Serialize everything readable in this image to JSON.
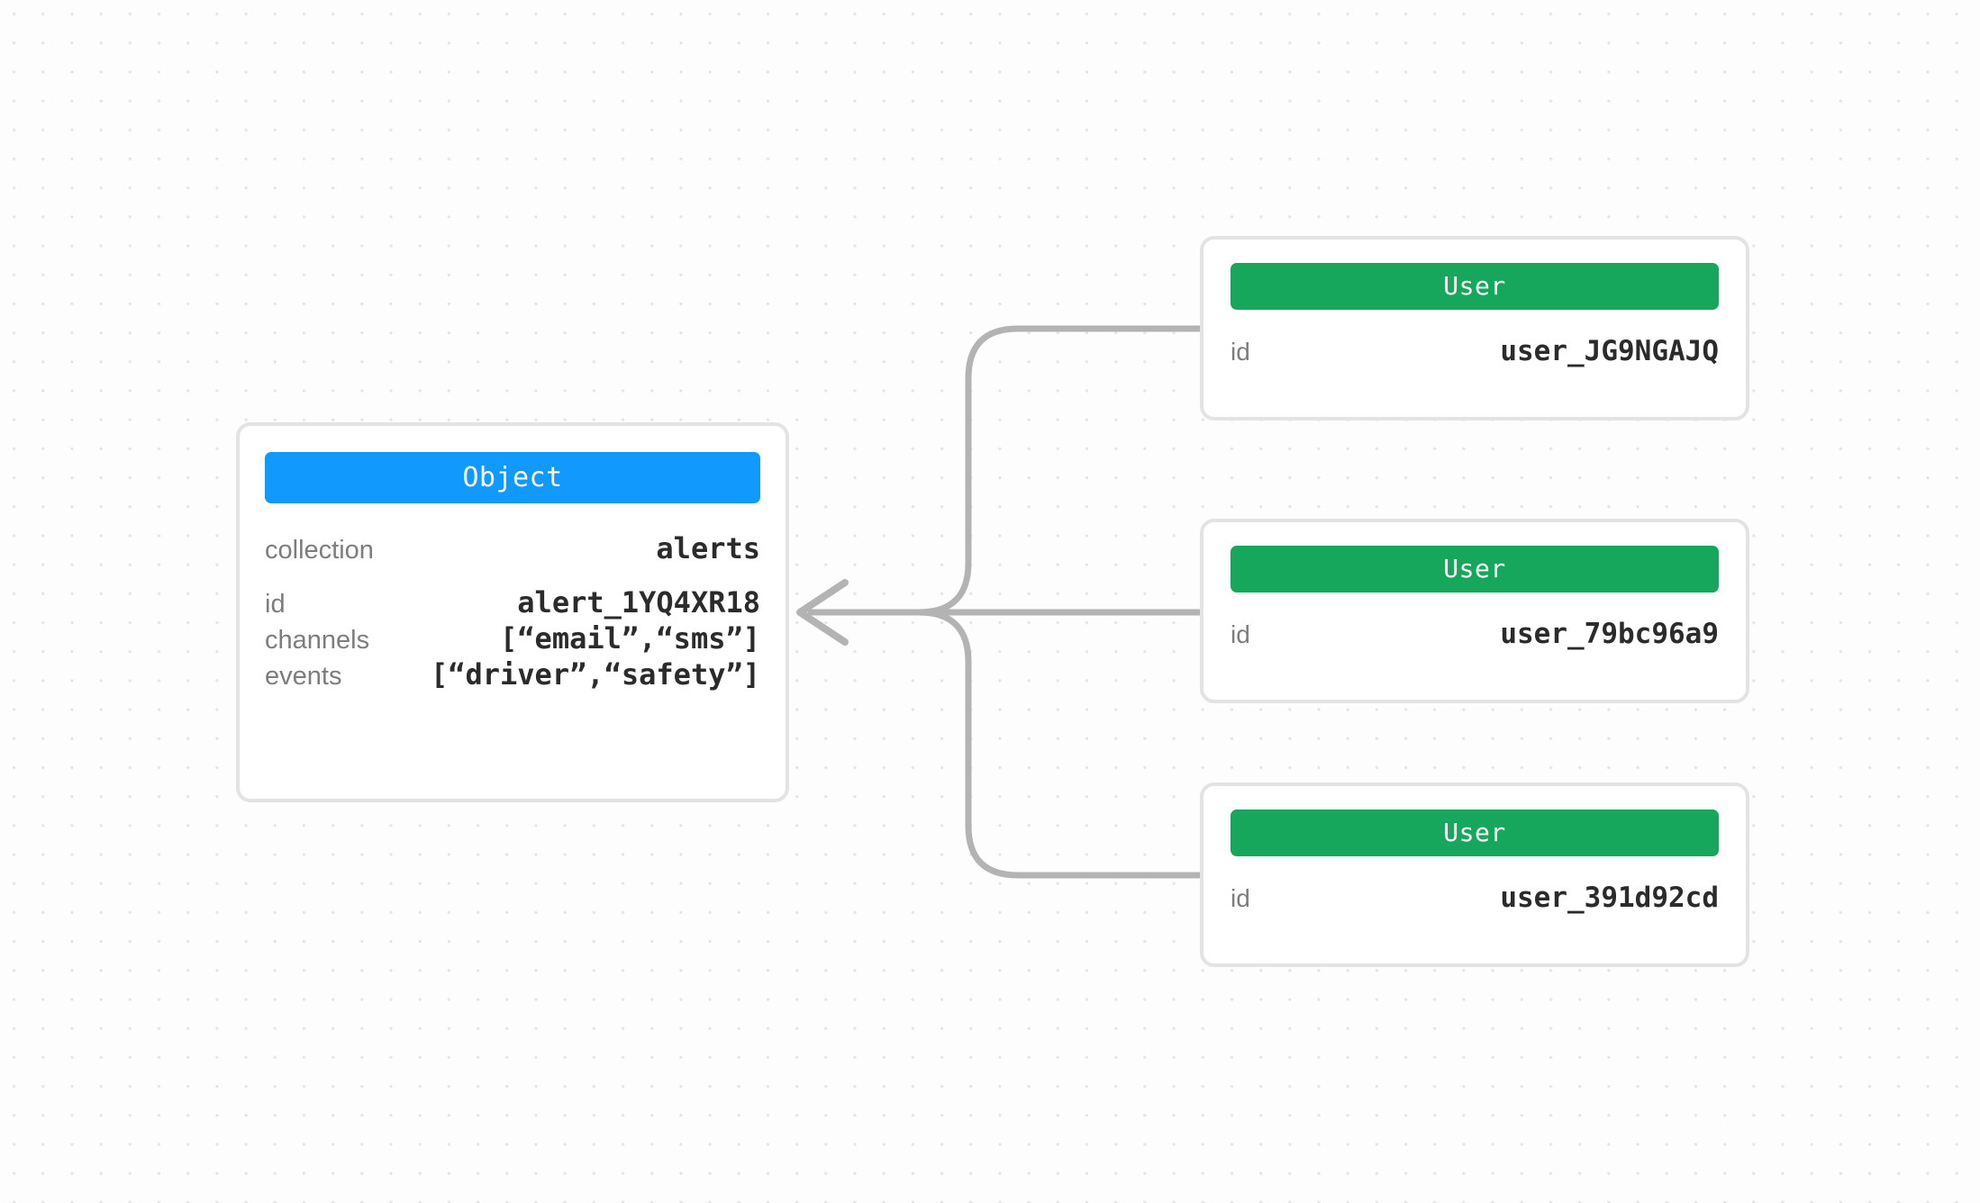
{
  "canvas": {
    "background_color": "#fdfdfd",
    "dot_color": "#e4e4e4",
    "edge_color": "#b3b3b3"
  },
  "diagram": {
    "type": "entity-relationship-graph",
    "source_node": {
      "id": "object-node",
      "header_label": "Object",
      "header_color": "#1199fd",
      "rows": [
        {
          "key": "collection",
          "value": "alerts"
        },
        {
          "key": "id",
          "value": "alert_1YQ4XR18"
        },
        {
          "key": "channels",
          "value": "[“email”,“sms”]"
        },
        {
          "key": "events",
          "value": "[“driver”,“safety”]"
        }
      ]
    },
    "target_nodes": [
      {
        "id": "user-node-0",
        "header_label": "User",
        "header_color": "#16a75c",
        "rows": [
          {
            "key": "id",
            "value": "user_JG9NGAJQ"
          }
        ]
      },
      {
        "id": "user-node-1",
        "header_label": "User",
        "header_color": "#16a75c",
        "rows": [
          {
            "key": "id",
            "value": "user_79bc96a9"
          }
        ]
      },
      {
        "id": "user-node-2",
        "header_label": "User",
        "header_color": "#16a75c",
        "rows": [
          {
            "key": "id",
            "value": "user_391d92cd"
          }
        ]
      }
    ],
    "edges": [
      {
        "from": "user-node-0",
        "to": "object-node",
        "arrow": "left"
      },
      {
        "from": "user-node-1",
        "to": "object-node",
        "arrow": "left"
      },
      {
        "from": "user-node-2",
        "to": "object-node",
        "arrow": "left"
      }
    ]
  }
}
